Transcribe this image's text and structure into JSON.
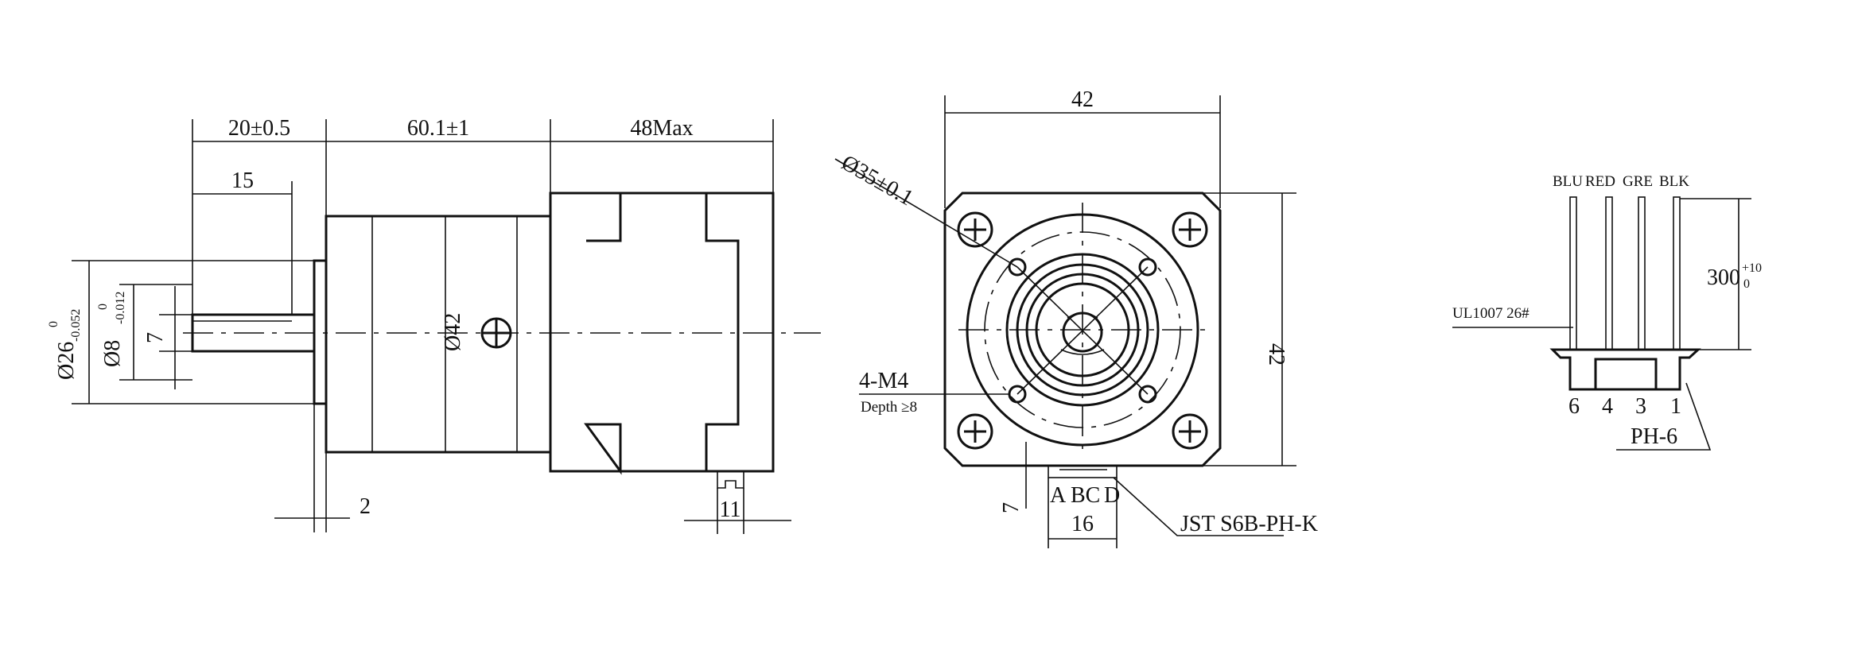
{
  "side_view": {
    "dim_shaft_length": "20±0.5",
    "dim_gearbox_length": "60.1±1",
    "dim_motor_length": "48Max",
    "dim_flat_length": "15",
    "dim_shaft_dia": "Ø8",
    "dim_shaft_tol_upper": "0",
    "dim_shaft_tol_lower": "-0.012",
    "dim_boss_dia": "Ø26",
    "dim_boss_tol_upper": "0",
    "dim_boss_tol_lower": "-0.052",
    "dim_flat": "7",
    "dim_body_dia": "Ø42",
    "dim_flange": "2",
    "dim_connector": "11"
  },
  "front_view": {
    "dim_width": "42",
    "dim_height": "42",
    "dim_pcd": "Ø35±0.1",
    "holes_label": "4-M4",
    "depth_label": "Depth ≥8",
    "pin_labels": [
      "A",
      "BC",
      "D"
    ],
    "dim_connector_width": "16",
    "dim_connector_offset": "7",
    "connector_part": "JST S6B-PH-K"
  },
  "wiring": {
    "wire_colors": [
      "BLU",
      "RED",
      "GRE",
      "BLK"
    ],
    "cable_label": "UL1007 26#",
    "dim_length": "300",
    "dim_tol_upper": "+10",
    "dim_tol_lower": "0",
    "pin_numbers": [
      "6",
      "4",
      "3",
      "1"
    ],
    "housing_label": "PH-6"
  }
}
